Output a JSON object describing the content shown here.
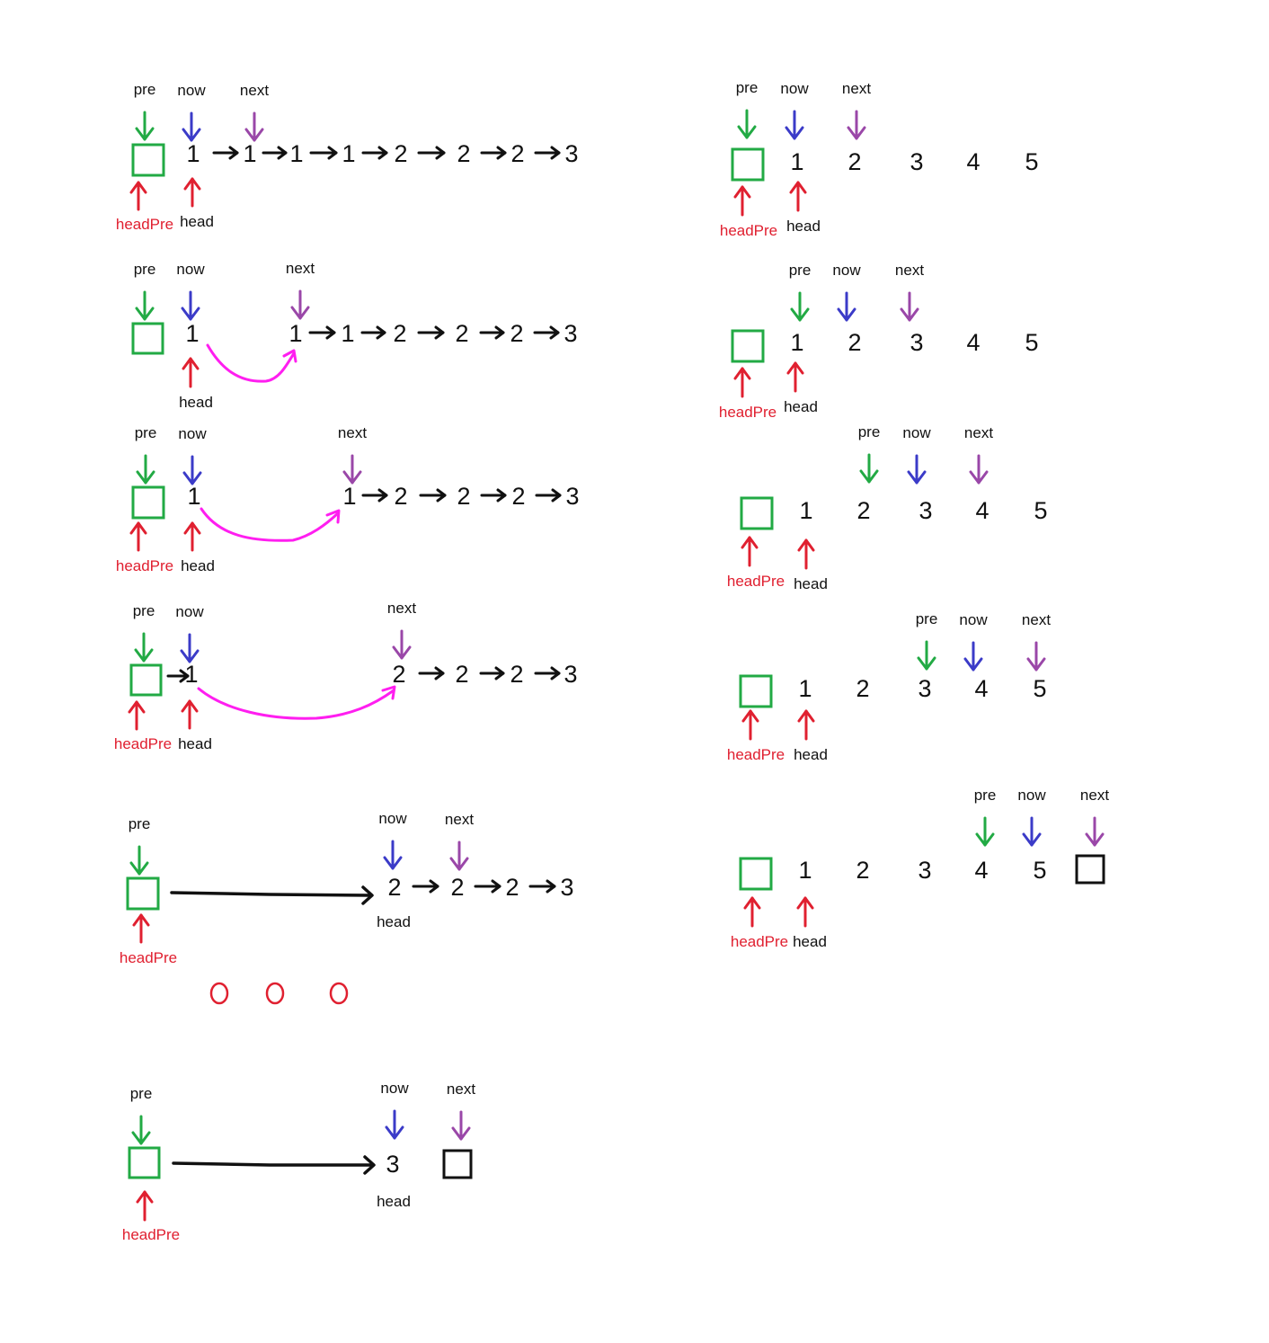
{
  "colors": {
    "pre": "#22aa44",
    "now": "#3b3bc8",
    "next": "#9a47a8",
    "headPre": "#e02030",
    "link": "#ff1ef0",
    "ink": "#111111"
  },
  "labels": {
    "pre": "pre",
    "now": "now",
    "next": "next",
    "head": "head",
    "headPre": "headPre"
  },
  "left_panels": [
    {
      "values": [
        "1",
        "1",
        "1",
        "1",
        "2",
        "2",
        "2",
        "3"
      ]
    },
    {
      "values": [
        "1",
        "1",
        "1",
        "2",
        "2",
        "2",
        "3"
      ]
    },
    {
      "values": [
        "1",
        "1",
        "2",
        "2",
        "2",
        "3"
      ]
    },
    {
      "values": [
        "1",
        "2",
        "2",
        "2",
        "3"
      ]
    },
    {
      "values": [
        "2",
        "2",
        "2",
        "3"
      ]
    },
    {
      "values": [
        "3"
      ]
    }
  ],
  "right_panels": [
    {
      "values": [
        "1",
        "2",
        "3",
        "4",
        "5"
      ]
    },
    {
      "values": [
        "1",
        "2",
        "3",
        "4",
        "5"
      ]
    },
    {
      "values": [
        "1",
        "2",
        "3",
        "4",
        "5"
      ]
    },
    {
      "values": [
        "1",
        "2",
        "3",
        "4",
        "5"
      ]
    },
    {
      "values": [
        "1",
        "2",
        "3",
        "4",
        "5"
      ]
    }
  ]
}
